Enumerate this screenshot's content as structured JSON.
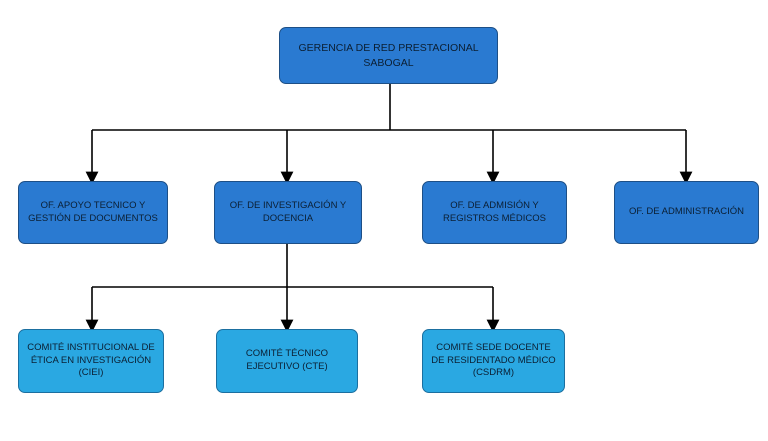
{
  "colors": {
    "dark_box_fill": "#2a7ad1",
    "dark_box_border": "#1d4f86",
    "light_box_fill": "#2aa8e2",
    "light_box_border": "#1b6fa0",
    "connector": "#000000"
  },
  "root": {
    "label": "GERENCIA DE RED PRESTACIONAL SABOGAL"
  },
  "offices": [
    {
      "label": "OF. APOYO TECNICO Y GESTIÓN DE DOCUMENTOS"
    },
    {
      "label": "OF. DE INVESTIGACIÓN Y DOCENCIA"
    },
    {
      "label": "OF. DE ADMISIÓN Y REGISTROS MÉDICOS"
    },
    {
      "label": "OF. DE ADMINISTRACIÓN"
    }
  ],
  "committees": [
    {
      "label": "COMITÉ INSTITUCIONAL DE ÉTICA EN INVESTIGACIÓN (CIEI)"
    },
    {
      "label": "COMITÉ TÉCNICO EJECUTIVO (CTE)"
    },
    {
      "label": "COMITÉ SEDE DOCENTE DE RESIDENTADO MÉDICO (CSDRM)"
    }
  ]
}
